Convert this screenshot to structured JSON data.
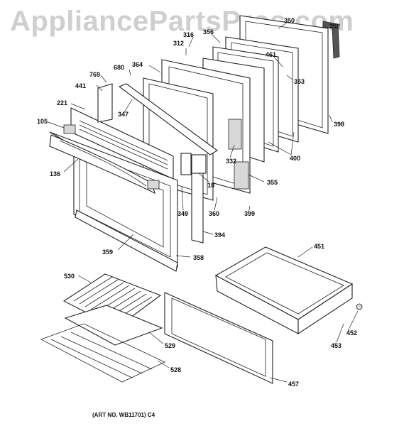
{
  "watermark": "AppliancePartsPros.com",
  "art_number": "(ART NO. WB11701) C4",
  "callouts": [
    {
      "id": "350",
      "label": "350"
    },
    {
      "id": "352",
      "label": "352"
    },
    {
      "id": "316",
      "label": "316"
    },
    {
      "id": "312",
      "label": "312"
    },
    {
      "id": "356",
      "label": "356"
    },
    {
      "id": "461",
      "label": "461"
    },
    {
      "id": "353",
      "label": "353"
    },
    {
      "id": "680",
      "label": "680"
    },
    {
      "id": "364",
      "label": "364"
    },
    {
      "id": "769",
      "label": "769"
    },
    {
      "id": "441",
      "label": "441"
    },
    {
      "id": "398",
      "label": "398"
    },
    {
      "id": "221",
      "label": "221"
    },
    {
      "id": "347",
      "label": "347"
    },
    {
      "id": "105",
      "label": "105"
    },
    {
      "id": "332",
      "label": "332"
    },
    {
      "id": "400",
      "label": "400"
    },
    {
      "id": "136",
      "label": "136"
    },
    {
      "id": "18",
      "label": "18"
    },
    {
      "id": "355",
      "label": "355"
    },
    {
      "id": "349",
      "label": "349"
    },
    {
      "id": "360",
      "label": "360"
    },
    {
      "id": "399",
      "label": "399"
    },
    {
      "id": "394",
      "label": "394"
    },
    {
      "id": "451",
      "label": "451"
    },
    {
      "id": "359",
      "label": "359"
    },
    {
      "id": "358",
      "label": "358"
    },
    {
      "id": "530",
      "label": "530"
    },
    {
      "id": "452",
      "label": "452"
    },
    {
      "id": "453",
      "label": "453"
    },
    {
      "id": "529",
      "label": "529"
    },
    {
      "id": "528",
      "label": "528"
    },
    {
      "id": "457",
      "label": "457"
    }
  ]
}
